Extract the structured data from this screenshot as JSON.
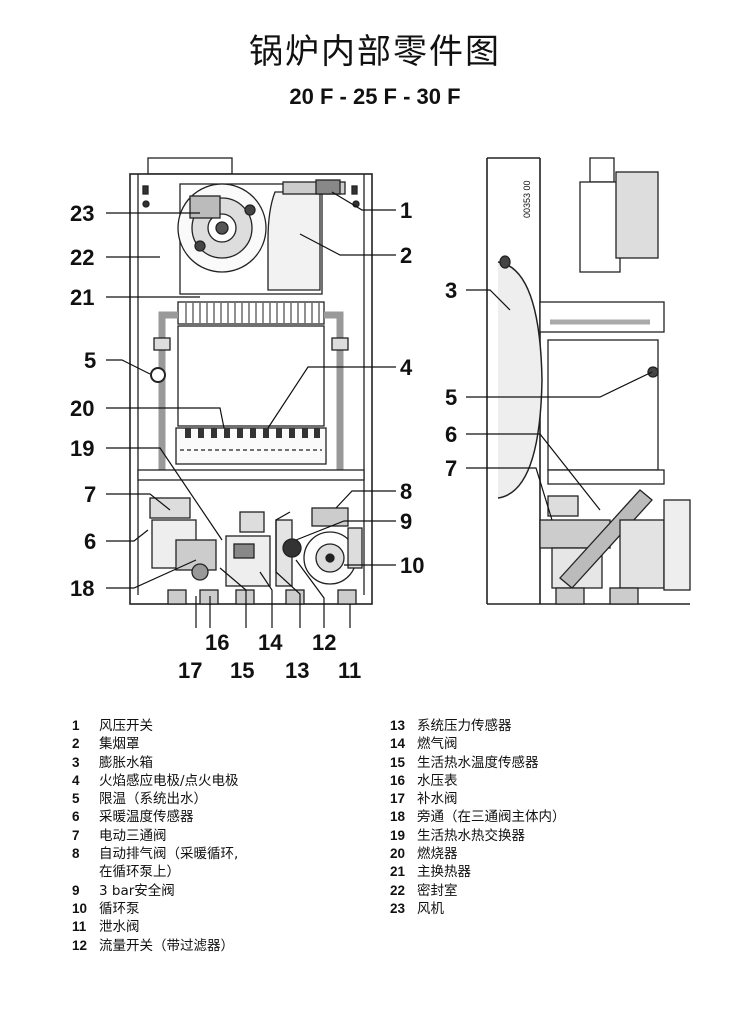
{
  "title": "锅炉内部零件图",
  "subtitle": "20 F - 25 F - 30 F",
  "drawing_code": "00353 00",
  "callouts": [
    "1",
    "2",
    "3",
    "4",
    "5",
    "6",
    "7",
    "8",
    "9",
    "10",
    "11",
    "12",
    "13",
    "14",
    "15",
    "16",
    "17",
    "18",
    "19",
    "20",
    "21",
    "22",
    "23"
  ],
  "legend": [
    {
      "num": "1",
      "text": "风压开关"
    },
    {
      "num": "2",
      "text": "集烟罩"
    },
    {
      "num": "3",
      "text": "膨胀水箱"
    },
    {
      "num": "4",
      "text": "火焰感应电极/点火电极"
    },
    {
      "num": "5",
      "text": "限温（系统出水）"
    },
    {
      "num": "6",
      "text": "采暖温度传感器"
    },
    {
      "num": "7",
      "text": "电动三通阀"
    },
    {
      "num": "8",
      "text": "自动排气阀（采暖循环,",
      "text2": "在循环泵上）"
    },
    {
      "num": "9",
      "text": "3 bar安全阀"
    },
    {
      "num": "10",
      "text": "循环泵"
    },
    {
      "num": "11",
      "text": "泄水阀"
    },
    {
      "num": "12",
      "text": "流量开关（带过滤器）"
    },
    {
      "num": "13",
      "text": "系统压力传感器"
    },
    {
      "num": "14",
      "text": "燃气阀"
    },
    {
      "num": "15",
      "text": "生活热水温度传感器"
    },
    {
      "num": "16",
      "text": "水压表"
    },
    {
      "num": "17",
      "text": "补水阀"
    },
    {
      "num": "18",
      "text": "旁通（在三通阀主体内）"
    },
    {
      "num": "19",
      "text": "生活热水热交换器"
    },
    {
      "num": "20",
      "text": "燃烧器"
    },
    {
      "num": "21",
      "text": "主换热器"
    },
    {
      "num": "22",
      "text": "密封室"
    },
    {
      "num": "23",
      "text": "风机"
    }
  ]
}
